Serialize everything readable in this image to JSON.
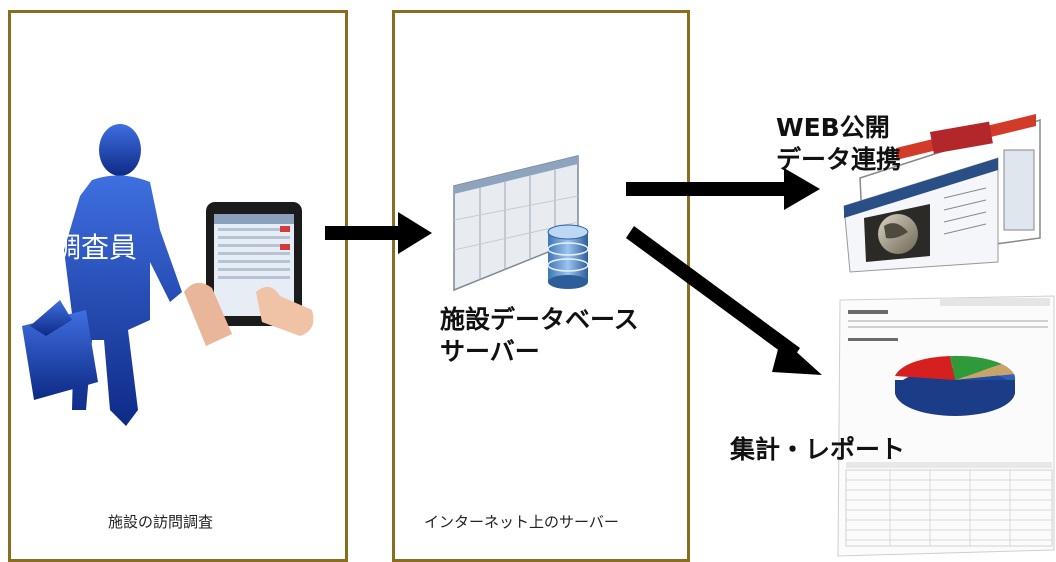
{
  "left_panel": {
    "person_label": "調査員",
    "caption": "施設の訪問調査"
  },
  "middle_panel": {
    "server_title_line1": "施設データベース",
    "server_title_line2": "サーバー",
    "caption": "インターネット上のサーバー"
  },
  "outputs": {
    "web_line1": "WEB公開",
    "web_line2": "データ連携",
    "report_label": "集計・レポート"
  },
  "colors": {
    "border": "#8a6d1e",
    "silhouette": "#1a3fa8",
    "arrow": "#000000",
    "pie_red": "#d62020",
    "pie_blue": "#1f4fa8",
    "pie_green": "#2f9a3a"
  }
}
